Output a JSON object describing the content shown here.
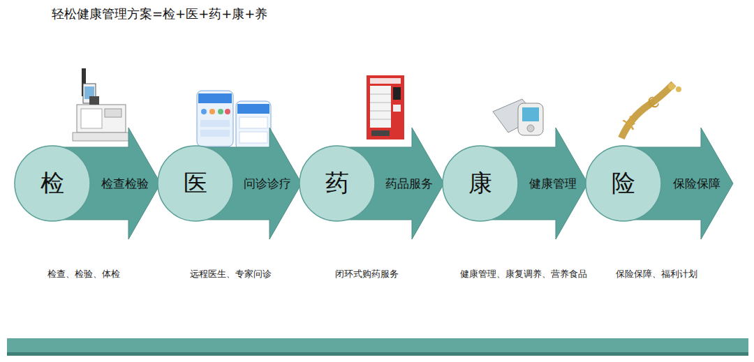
{
  "diagram": {
    "title": "轻松健康管理方案=检+医+药+康+养",
    "nodes": [
      {
        "text": [
          "检"
        ]
      },
      {
        "text": [
          "检查检验"
        ]
      },
      {
        "text": [
          "医"
        ]
      },
      {
        "text": [
          "问诊诊疗"
        ]
      },
      {
        "text": [
          "药"
        ]
      },
      {
        "text": [
          "药品服务"
        ]
      },
      {
        "text": [
          "康"
        ]
      },
      {
        "text": [
          "健康管理"
        ]
      },
      {
        "text": [
          "险"
        ]
      },
      {
        "text": [
          "保险保障"
        ]
      }
    ],
    "labels": [
      "检查、检验、体检",
      "远程医生、专家问诊",
      "闭环式购药服务",
      "健康管理、康复调养、营养食品",
      "保险保障、福利计划"
    ]
  }
}
